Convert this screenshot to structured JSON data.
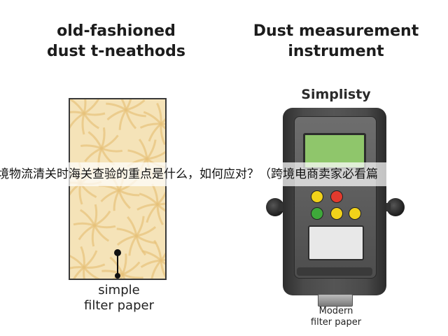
{
  "left_panel": {
    "heading": "old-fashioned\ndust t-neathods",
    "caption": "simple\nfilter paper",
    "paper_color": "#f5e3b8",
    "petal_color": "#e7c27a"
  },
  "right_panel": {
    "heading": "Dust measurement\ninstrument",
    "device_label": "Simplisty",
    "caption": "Modern\nfilter paper",
    "screen_color": "#8fc66b",
    "button_colors": [
      "#f1d21a",
      "#e23a2e",
      "#3ea83a",
      "#f1d21a",
      "#f1d21a"
    ]
  },
  "overlay": {
    "text": "境物流清关时海关查验的重点是什么，如何应对？（跨境电商卖家必看篇"
  }
}
